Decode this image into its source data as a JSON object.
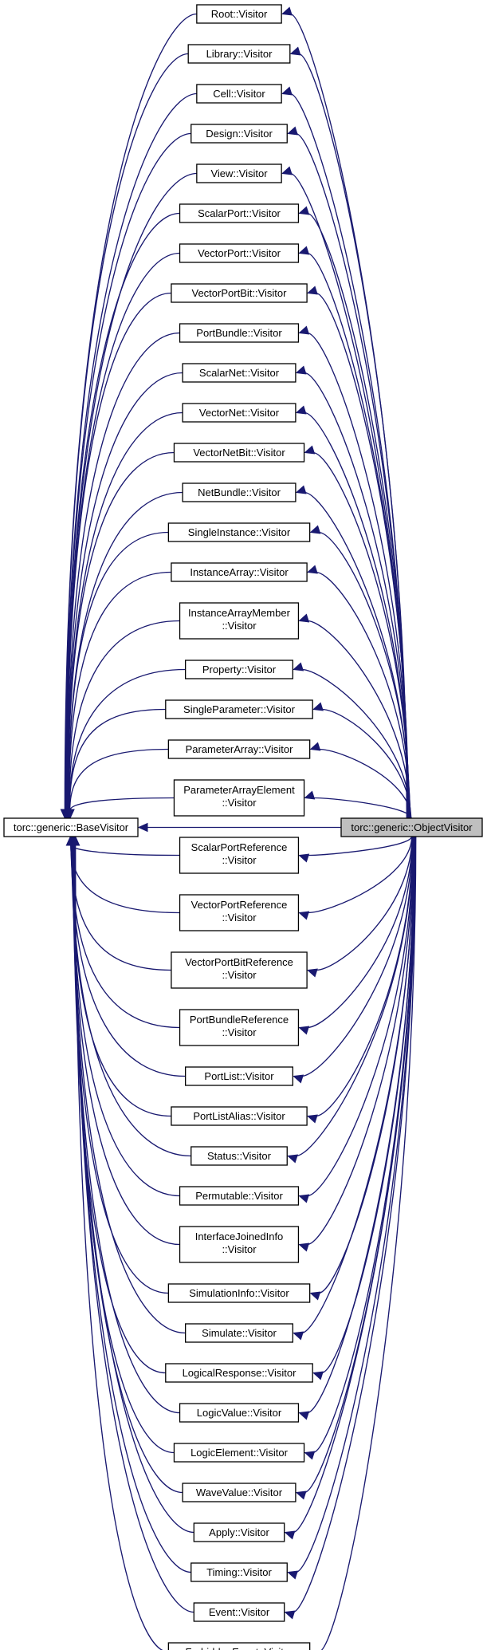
{
  "diagram": {
    "base_node": "torc::generic::BaseVisitor",
    "object_node": "torc::generic::ObjectVisitor",
    "visitors": [
      [
        "Root::Visitor"
      ],
      [
        "Library::Visitor"
      ],
      [
        "Cell::Visitor"
      ],
      [
        "Design::Visitor"
      ],
      [
        "View::Visitor"
      ],
      [
        "ScalarPort::Visitor"
      ],
      [
        "VectorPort::Visitor"
      ],
      [
        "VectorPortBit::Visitor"
      ],
      [
        "PortBundle::Visitor"
      ],
      [
        "ScalarNet::Visitor"
      ],
      [
        "VectorNet::Visitor"
      ],
      [
        "VectorNetBit::Visitor"
      ],
      [
        "NetBundle::Visitor"
      ],
      [
        "SingleInstance::Visitor"
      ],
      [
        "InstanceArray::Visitor"
      ],
      [
        "InstanceArrayMember",
        "::Visitor"
      ],
      [
        "Property::Visitor"
      ],
      [
        "SingleParameter::Visitor"
      ],
      [
        "ParameterArray::Visitor"
      ],
      [
        "ParameterArrayElement",
        "::Visitor"
      ],
      [
        "ScalarPortReference",
        "::Visitor"
      ],
      [
        "VectorPortReference",
        "::Visitor"
      ],
      [
        "VectorPortBitReference",
        "::Visitor"
      ],
      [
        "PortBundleReference",
        "::Visitor"
      ],
      [
        "PortList::Visitor"
      ],
      [
        "PortListAlias::Visitor"
      ],
      [
        "Status::Visitor"
      ],
      [
        "Permutable::Visitor"
      ],
      [
        "InterfaceJoinedInfo",
        "::Visitor"
      ],
      [
        "SimulationInfo::Visitor"
      ],
      [
        "Simulate::Visitor"
      ],
      [
        "LogicalResponse::Visitor"
      ],
      [
        "LogicValue::Visitor"
      ],
      [
        "LogicElement::Visitor"
      ],
      [
        "WaveValue::Visitor"
      ],
      [
        "Apply::Visitor"
      ],
      [
        "Timing::Visitor"
      ],
      [
        "Event::Visitor"
      ],
      [
        "ForbiddenEvent::Visitor"
      ]
    ],
    "colors": {
      "edge": "#191970",
      "node_border": "#000000",
      "node_fill": "#ffffff",
      "selected_fill": "#bfbfbf"
    }
  }
}
